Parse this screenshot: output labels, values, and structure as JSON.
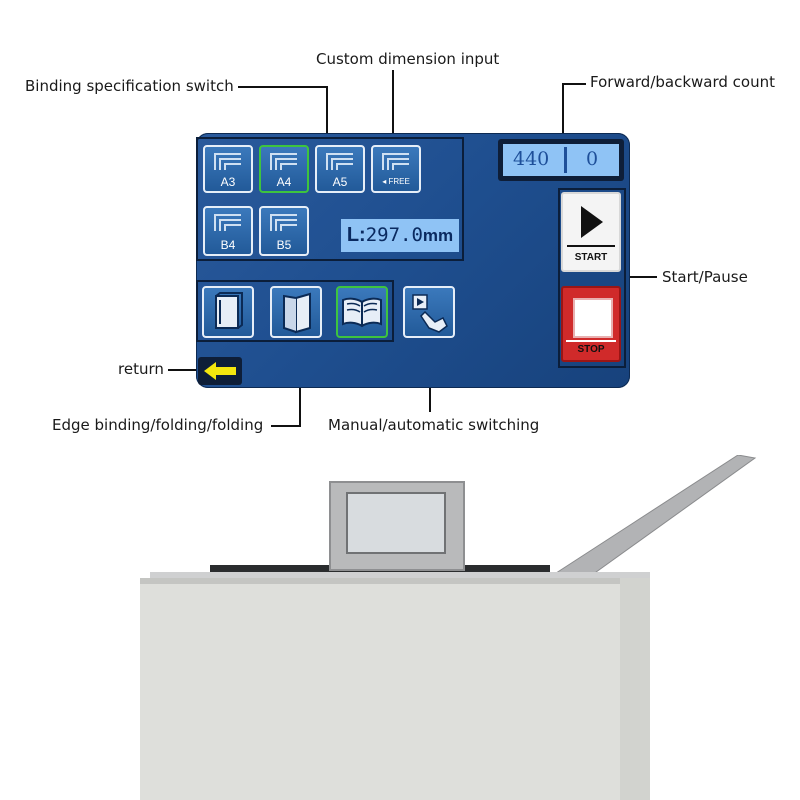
{
  "callouts": {
    "custom_dimension": "Custom dimension input",
    "binding_spec": "Binding specification switch",
    "forward_backward": "Forward/backward count",
    "start_pause": "Start/Pause",
    "return": "return",
    "edge_binding": "Edge binding/folding/folding",
    "manual_auto": "Manual/automatic switching"
  },
  "paper_sizes": [
    {
      "label": "A3",
      "selected": false
    },
    {
      "label": "A4",
      "selected": true
    },
    {
      "label": "A5",
      "selected": false
    },
    {
      "label": "◂ FREE",
      "selected": false
    },
    {
      "label": "B4",
      "selected": false
    },
    {
      "label": "B5",
      "selected": false
    }
  ],
  "length": {
    "prefix": "L:",
    "value": "297.0",
    "unit": "mm"
  },
  "counter": {
    "forward": "440",
    "backward": "0"
  },
  "start_label": "START",
  "stop_label": "STOP",
  "binding_modes": [
    {
      "name": "edge-binding",
      "selected": false
    },
    {
      "name": "folding",
      "selected": false
    },
    {
      "name": "folding-open",
      "selected": true
    }
  ],
  "colors": {
    "panel": "#1f4f90",
    "selected_border": "#3ec43e",
    "display": "#8fc3f5",
    "stop": "#d02a2a",
    "arrow": "#f4e60e"
  }
}
